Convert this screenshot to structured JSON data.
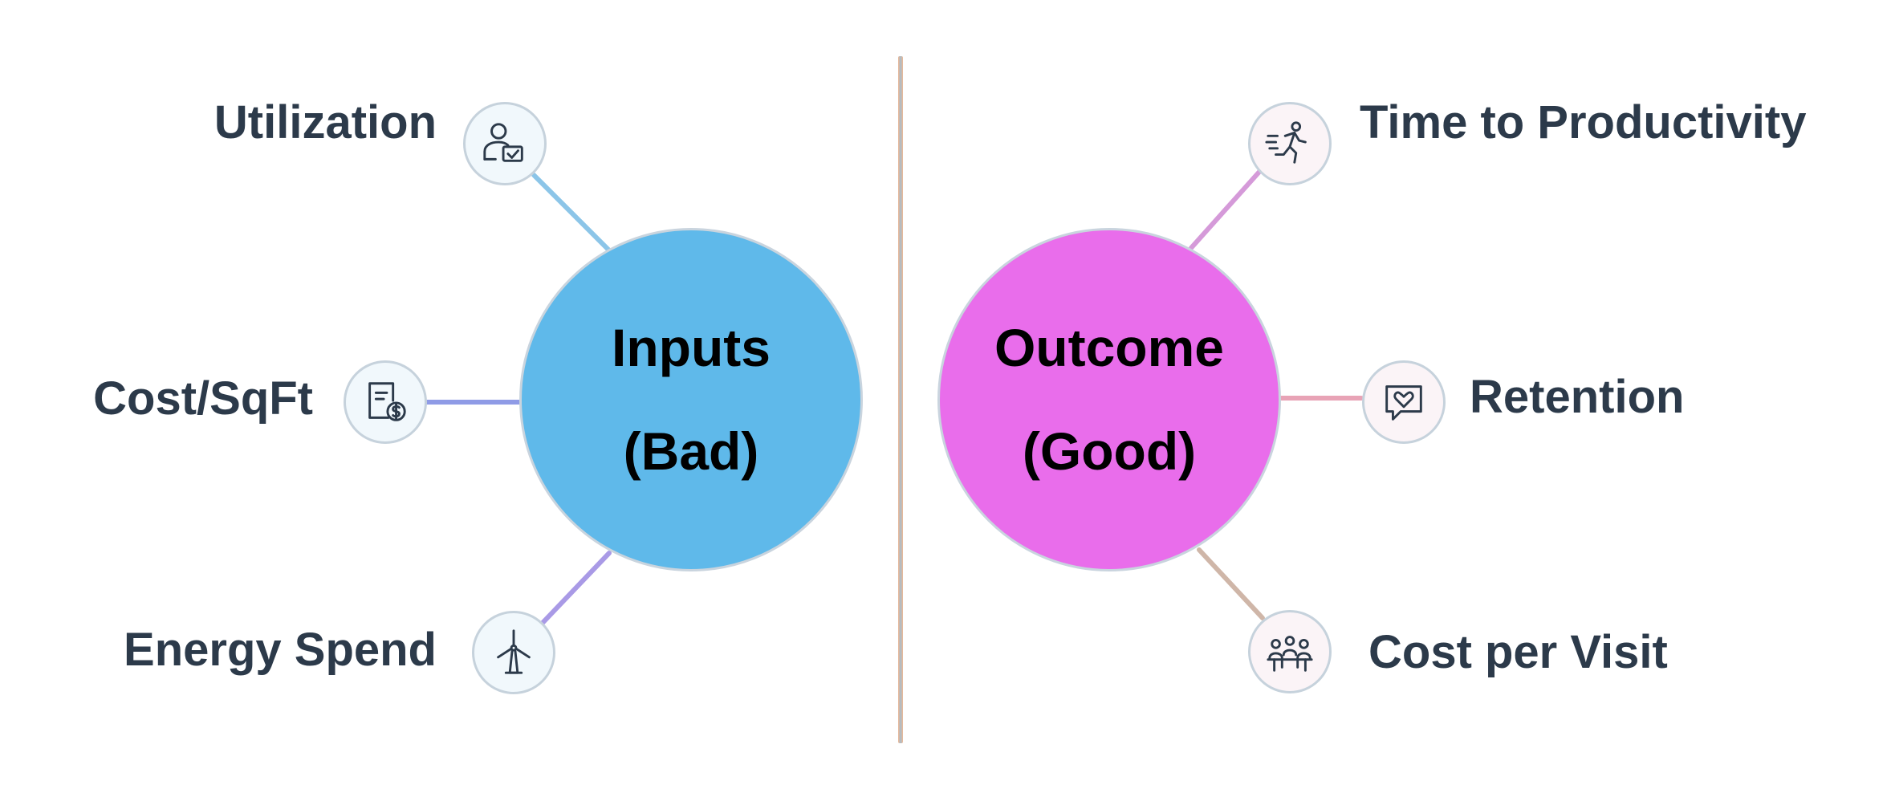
{
  "inputs_hub": {
    "line1": "Inputs",
    "line2": "(Bad)",
    "color": "#5fb9ea"
  },
  "outcome_hub": {
    "line1": "Outcome",
    "line2": "(Good)",
    "color": "#e96deb"
  },
  "inputs": [
    {
      "label": "Utilization",
      "icon": "user-check-icon"
    },
    {
      "label": "Cost/SqFt",
      "icon": "invoice-dollar-icon"
    },
    {
      "label": "Energy Spend",
      "icon": "wind-turbine-icon"
    }
  ],
  "outcomes": [
    {
      "label": "Time to Productivity",
      "icon": "running-person-icon"
    },
    {
      "label": "Retention",
      "icon": "heart-chat-icon"
    },
    {
      "label": "Cost per Visit",
      "icon": "meeting-table-icon"
    }
  ],
  "text_color": "#2c3a4a"
}
